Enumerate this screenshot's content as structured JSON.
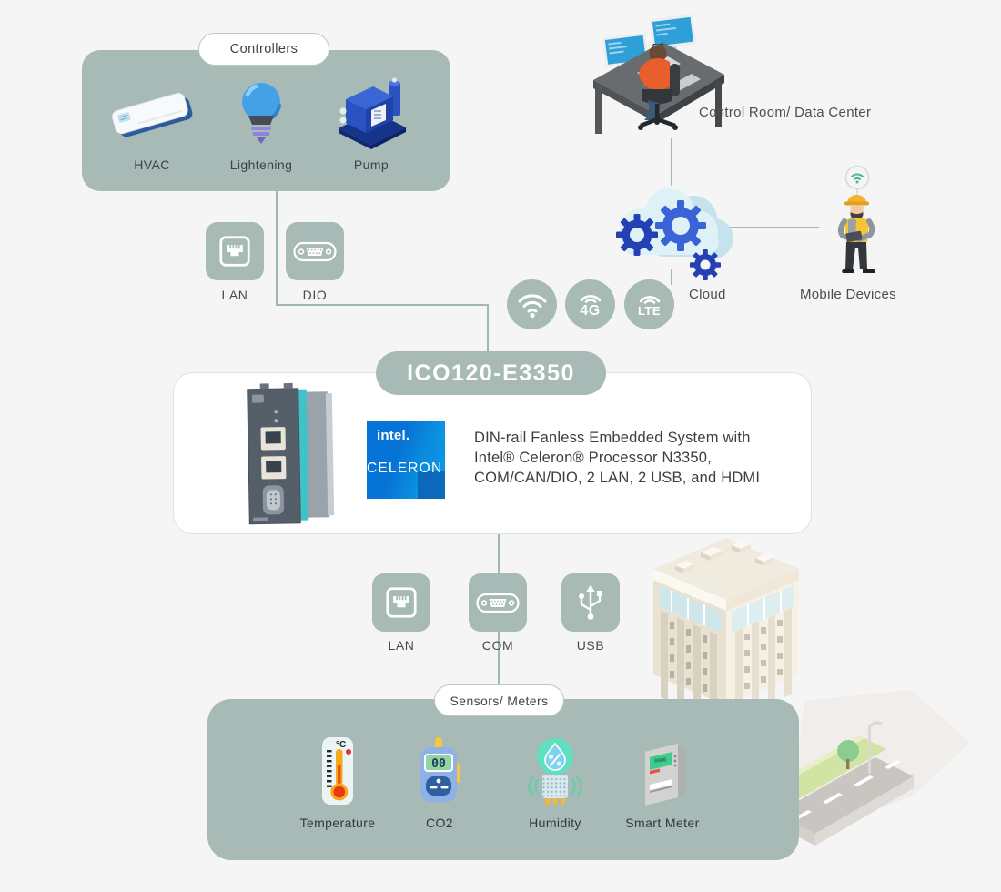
{
  "controllers": {
    "title": "Controllers",
    "items": [
      {
        "label": "HVAC"
      },
      {
        "label": "Lightening"
      },
      {
        "label": "Pump"
      }
    ]
  },
  "uplink_ports": [
    {
      "label": "LAN"
    },
    {
      "label": "DIO"
    }
  ],
  "wireless": {
    "fourg": "4G",
    "lte": "LTE"
  },
  "remote": {
    "control_room_label": "Control Room/ Data Center",
    "cloud_label": "Cloud",
    "mobile_label": "Mobile Devices"
  },
  "product": {
    "model": "ICO120-E3350",
    "badge_brand": "intel.",
    "badge_name": "CELERON",
    "description_lines": [
      "DIN-rail Fanless Embedded System with",
      "Intel® Celeron® Processor N3350,",
      "COM/CAN/DIO, 2 LAN, 2 USB, and HDMI"
    ]
  },
  "downlink_ports": [
    {
      "label": "LAN"
    },
    {
      "label": "COM"
    },
    {
      "label": "USB"
    }
  ],
  "sensors": {
    "title": "Sensors/ Meters",
    "items": [
      {
        "label": "Temperature"
      },
      {
        "label": "CO2"
      },
      {
        "label": "Humidity"
      },
      {
        "label": "Smart Meter"
      }
    ]
  },
  "colors": {
    "sage": "#a7bab6",
    "background": "#f4f5f4",
    "intel_blue": "#0673d6",
    "gear_blue": "#2a4cc4",
    "text_dark": "#3d4246"
  }
}
